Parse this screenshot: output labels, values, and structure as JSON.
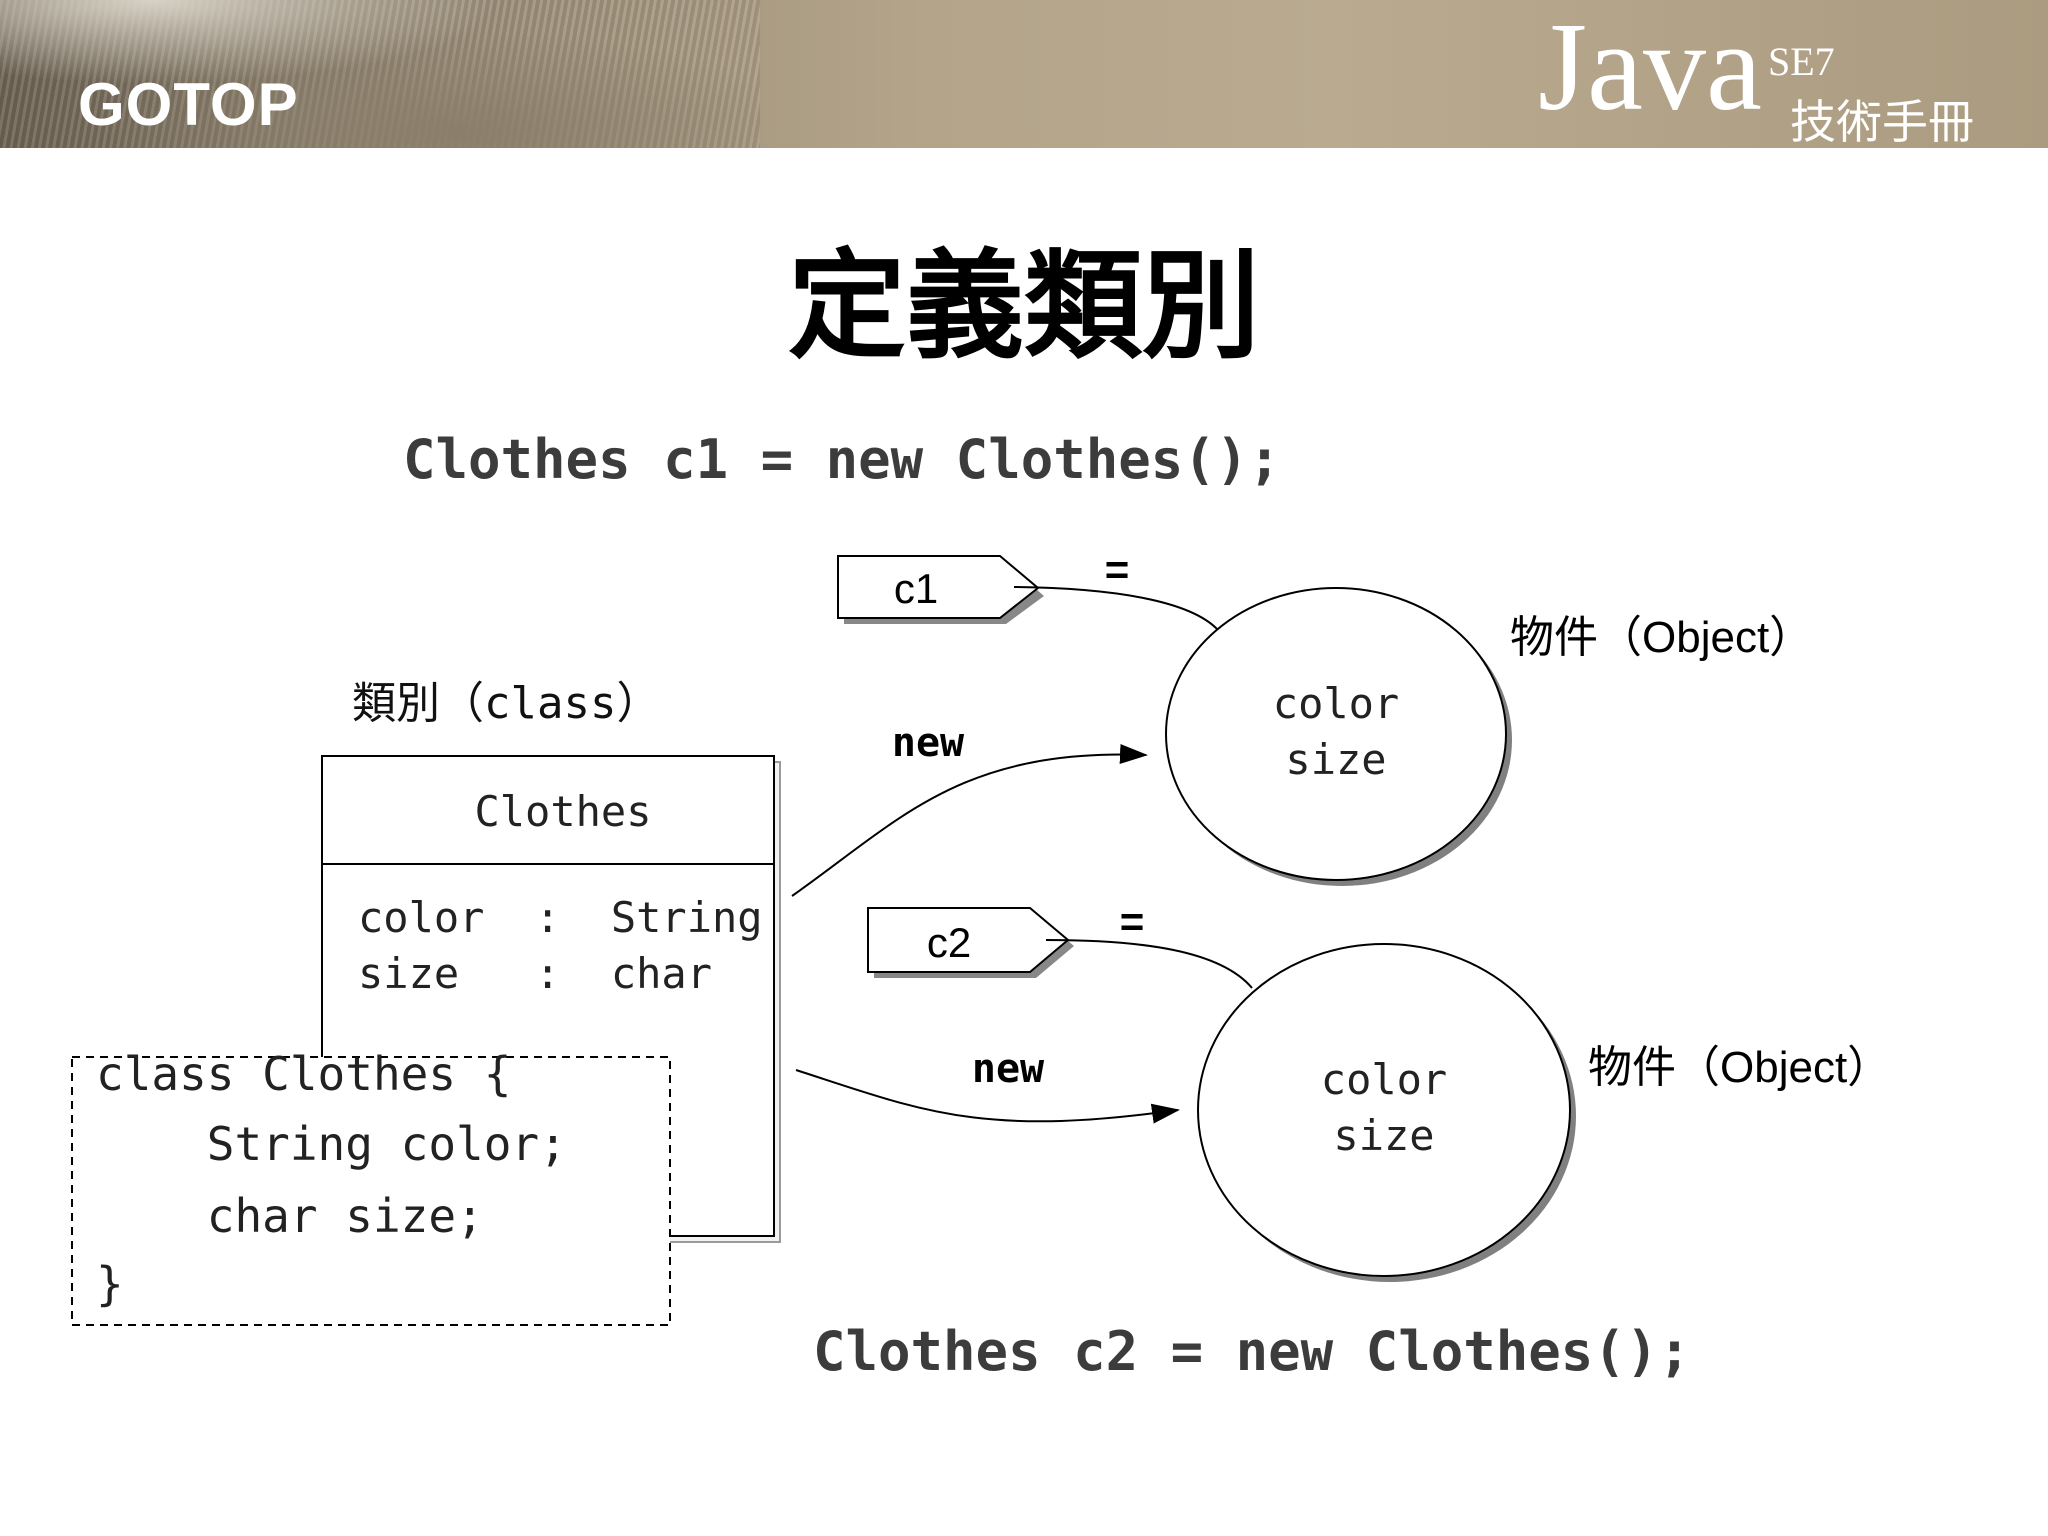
{
  "header": {
    "logo": "GOTOP",
    "brand": "Java",
    "edition": "SE7",
    "book_title": "技術手冊"
  },
  "slide": {
    "title": "定義類別",
    "code_top": "Clothes c1 = new Clothes();",
    "code_bottom": "Clothes c2 = new Clothes();"
  },
  "diagram": {
    "class_caption": "類別（class）",
    "class_name": "Clothes",
    "fields": [
      "color  :  String",
      "size   :  char"
    ],
    "source_code": [
      "class Clothes {",
      "    String color;",
      "    char size;",
      "}"
    ],
    "ref1": "c1",
    "ref2": "c2",
    "assign_sign": "=",
    "new_label": "new",
    "object_caption": "物件（Object）",
    "object_fields": [
      "color",
      "size"
    ]
  }
}
